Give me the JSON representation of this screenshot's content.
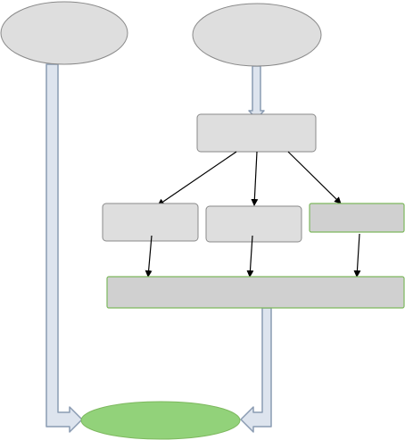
{
  "diagram": {
    "nodes": [
      {
        "id": "top-left-ellipse",
        "shape": "ellipse",
        "label": ""
      },
      {
        "id": "top-right-ellipse",
        "shape": "ellipse",
        "label": ""
      },
      {
        "id": "middle-box",
        "shape": "rounded-rect",
        "label": ""
      },
      {
        "id": "left-box",
        "shape": "rounded-rect",
        "label": ""
      },
      {
        "id": "center-box",
        "shape": "rounded-rect",
        "label": ""
      },
      {
        "id": "right-box",
        "shape": "rect",
        "label": ""
      },
      {
        "id": "wide-bar",
        "shape": "rect",
        "label": ""
      },
      {
        "id": "result-ellipse",
        "shape": "ellipse",
        "label": ""
      }
    ],
    "edges": [
      {
        "from": "top-left-ellipse",
        "to": "result-ellipse",
        "style": "block-arrow"
      },
      {
        "from": "top-right-ellipse",
        "to": "middle-box",
        "style": "block-arrow"
      },
      {
        "from": "middle-box",
        "to": "left-box",
        "style": "line-arrow"
      },
      {
        "from": "middle-box",
        "to": "center-box",
        "style": "line-arrow"
      },
      {
        "from": "middle-box",
        "to": "right-box",
        "style": "line-arrow"
      },
      {
        "from": "left-box",
        "to": "wide-bar",
        "style": "line-arrow"
      },
      {
        "from": "center-box",
        "to": "wide-bar",
        "style": "line-arrow"
      },
      {
        "from": "right-box",
        "to": "wide-bar",
        "style": "line-arrow"
      },
      {
        "from": "wide-bar",
        "to": "result-ellipse",
        "style": "block-arrow"
      }
    ],
    "colors": {
      "gray_fill": "#dedede",
      "gray_fill_dark": "#d0d0d0",
      "green_border": "#7db85e",
      "green_fill": "#92d27a",
      "arrow_fill": "#dde4ee",
      "arrow_stroke": "#8a9bb2"
    }
  }
}
